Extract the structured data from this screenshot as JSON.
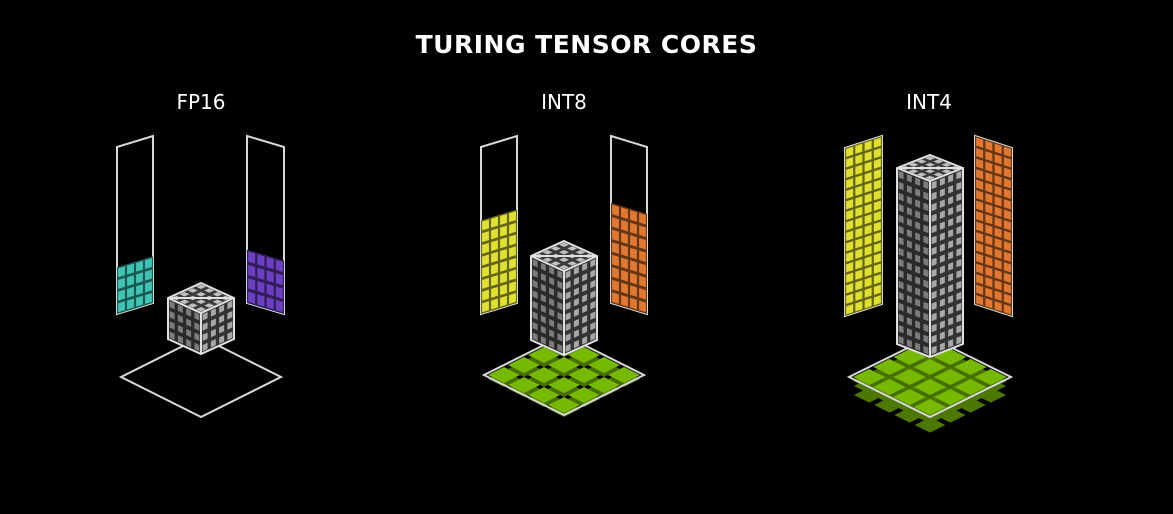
{
  "title": "TURING TENSOR CORES",
  "sections": [
    {
      "label": "FP16",
      "colors": {
        "a": "#3fc4b4",
        "b": "#6a3fc0"
      }
    },
    {
      "label": "INT8",
      "colors": {
        "a": "#e0e030",
        "b": "#e07830"
      }
    },
    {
      "label": "INT4",
      "colors": {
        "a": "#e0e030",
        "b": "#e07830"
      }
    }
  ],
  "colors": {
    "core": "#8a8a8a",
    "accumulator": "#76b900",
    "outline": "#d8d8d8"
  }
}
